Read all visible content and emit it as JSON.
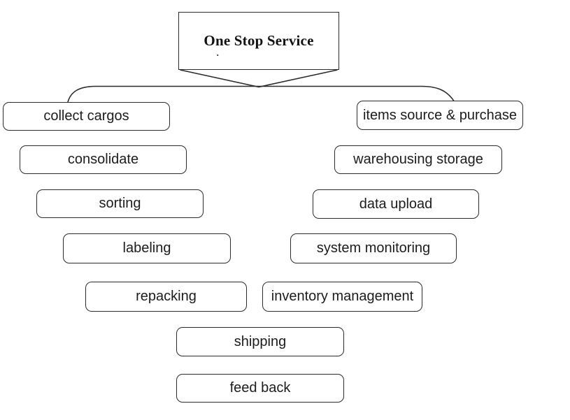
{
  "colors": {
    "line": "#2b2b2b",
    "box-border": "#2b2b2b",
    "text": "#1c1c1c",
    "background": "#ffffff"
  },
  "root": {
    "label": "One Stop Service",
    "stray_mark": "."
  },
  "left_column": {
    "items": [
      "collect cargos",
      "consolidate",
      "sorting",
      "labeling",
      "repacking"
    ]
  },
  "right_column": {
    "items": [
      "items source & purchase",
      "warehousing storage",
      "data upload",
      "system monitoring",
      "inventory management"
    ]
  },
  "bottom_column": {
    "items": [
      "shipping",
      "feed back"
    ]
  }
}
